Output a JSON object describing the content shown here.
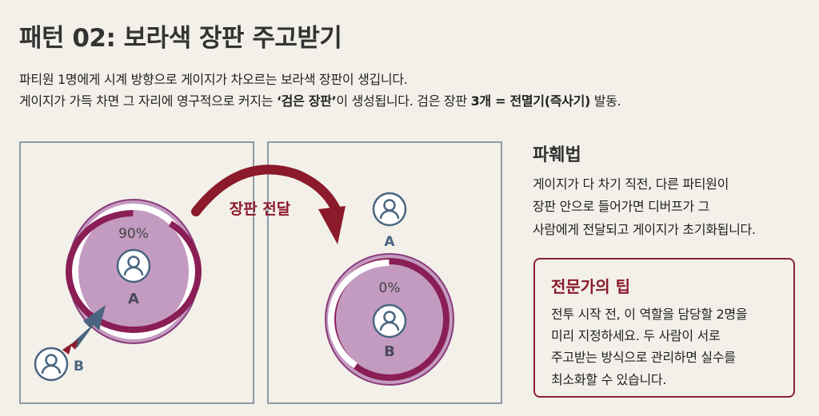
{
  "title": "패턴 02: 보라색 장판 주고받기",
  "description": {
    "line1": "파티원 1명에게 시계 방향으로 게이지가 차오르는 보라색 장판이 생깁니다.",
    "line2_a": "게이지가 가득 차면 그 자리에 영구적으로 커지는 ",
    "line2_b": "‘검은 장판’",
    "line2_c": "이 생성됩니다. 검은 장판 ",
    "line2_d": "3개 = 전멸기(즉사기)",
    "line2_e": " 발동."
  },
  "diagram": {
    "transfer_label": "장판 전달",
    "before": {
      "gauge_text": "90%",
      "gauge_value": 0.9,
      "holder": "A",
      "approacher": "B"
    },
    "after": {
      "gauge_text": "0%",
      "gauge_value": 0,
      "holder": "B",
      "freed": "A"
    }
  },
  "solution": {
    "heading": "파훼법",
    "lines": [
      "게이지가 다 차기 직전, 다른 파티원이",
      "장판 안으로 들어가면 디버프가 그",
      "사람에게 전달되고 게이지가 초기화됩니다."
    ]
  },
  "tip": {
    "heading": "전문가의 팁",
    "lines": [
      "전투 시작 전, 이 역할을 담당할 2명을",
      "미리 지정하세요. 두 사람이 서로",
      "주고받는 방식으로 관리하면 실수를",
      "최소화할 수 있습니다."
    ]
  },
  "colors": {
    "accent": "#8b1a2b",
    "purple": "#c39bc0",
    "ring": "#8a1f55",
    "person": "#4a6580"
  }
}
